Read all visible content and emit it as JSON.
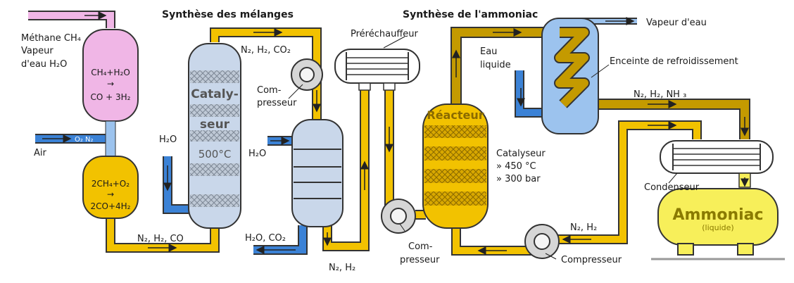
{
  "titles": {
    "mixing": "Synthèse des mélanges",
    "ammonia": "Synthèse de l'ammoniac"
  },
  "labels": {
    "methane_1": "Méthane CH₄",
    "methane_2": "Vapeur",
    "methane_3": "d'eau H₂O",
    "air": "Air",
    "o2n2": "O₂ N₂",
    "reformer1_top_1": "CH₄+H₂O",
    "reformer1_top_2": "→",
    "reformer1_top_3": "CO + 3H₂",
    "reformer2_1": "2CH₄+O₂",
    "reformer2_2": "→",
    "reformer2_3": "2CO+4H₂",
    "gas_bottom": "N₂, H₂, CO",
    "gas_top": "N₂, H₂, CO₂",
    "catalyst_1": "Cataly-",
    "catalyst_2": "seur",
    "catalyst_3": "500°C",
    "h2o_left": "H₂O",
    "h2o_mid": "H₂O",
    "h2o_co2": "H₂O, CO₂",
    "n2h2_bottom": "N₂, H₂",
    "compressor1_1": "Com-",
    "compressor1_2": "presseur",
    "preheater": "Préréchauffeur",
    "eau_1": "Eau",
    "eau_2": "liquide",
    "reactor": "Réacteur",
    "catalyst_r_1": "Catalyseur",
    "catalyst_r_2": "» 450 °C",
    "catalyst_r_3": "» 300 bar",
    "compressor2_1": "Com-",
    "compressor2_2": "presseur",
    "steam": "Vapeur d'eau",
    "cooling": "Enceinte de refroidissement",
    "n2h2nh3": "N₂, H₂, NH ₃",
    "condenser": "Condenseur",
    "ammonia": "Ammoniac",
    "liquid": "(liquide)",
    "n2h2_right": "N₂, H₂",
    "compressor3": "Compresseur"
  },
  "colors": {
    "pipe_gas": "#f2c200",
    "pipe_water": "#3b82d6",
    "pipe_loop": "#c49a00",
    "reformer1": "#f0b6e6",
    "reformer2": "#f2c200",
    "vessel": "#c9d7ea",
    "reactor": "#f2c200",
    "ammonia_tank": "#f7ef5a"
  }
}
